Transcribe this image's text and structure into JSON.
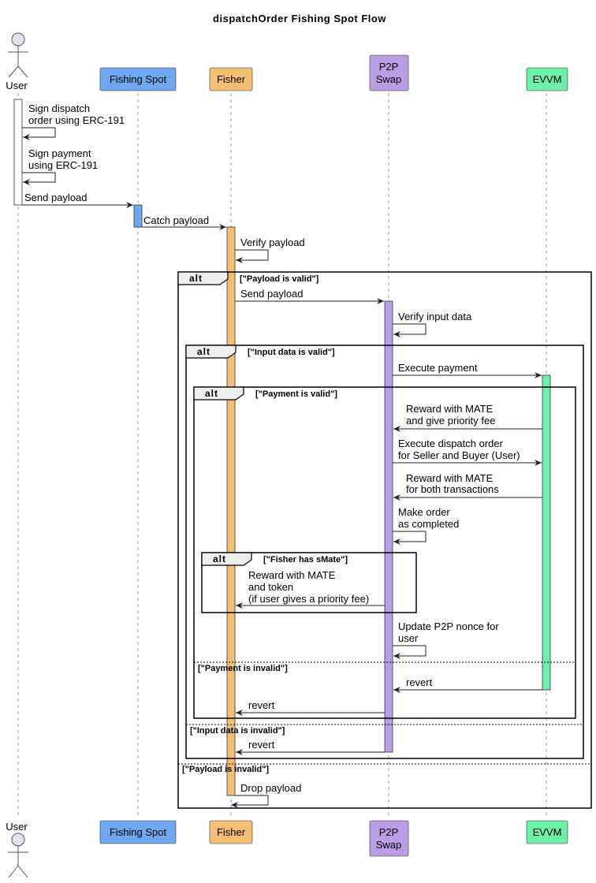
{
  "title": "dispatchOrder Fishing Spot Flow",
  "participants": {
    "user": {
      "label": "User"
    },
    "spot": {
      "label": "Fishing Spot",
      "color": "#6fa8f0"
    },
    "fisher": {
      "label": "Fisher",
      "color": "#f4bf75"
    },
    "p2p": {
      "label_line1": "P2P",
      "label_line2": "Swap",
      "color": "#b99ee6"
    },
    "evvm": {
      "label": "EVVM",
      "color": "#6df0a7"
    }
  },
  "messages": {
    "m1_line1": "Sign dispatch",
    "m1_line2": "order using ERC-191",
    "m2_line1": "Sign payment",
    "m2_line2": "using ERC-191",
    "m3": "Send payload",
    "m4": "Catch payload",
    "m5": "Verify payload",
    "m6": "Send payload",
    "m7": "Verify input data",
    "m8": "Execute payment",
    "m9_line1": "Reward with MATE",
    "m9_line2": "and give priority fee",
    "m10_line1": "Execute dispatch order",
    "m10_line2": "for Seller and Buyer (User)",
    "m11_line1": "Reward with MATE",
    "m11_line2": "for both transactions",
    "m12_line1": "Make order",
    "m12_line2": "as completed",
    "m13_line1": "Reward with MATE",
    "m13_line2": "and token",
    "m13_line3": "(if user gives a priority fee)",
    "m14_line1": "Update P2P nonce for",
    "m14_line2": "user",
    "m15": "revert",
    "m16": "revert",
    "m17": "revert",
    "m18": "Drop payload"
  },
  "fragments": {
    "keyword": "alt",
    "payload_valid": "[\"Payload is valid\"]",
    "input_valid": "[\"Input data is valid\"]",
    "payment_valid": "[\"Payment is valid\"]",
    "fisher_smate": "[\"Fisher has sMate\"]",
    "payment_invalid": "[\"Payment is invalid\"]",
    "input_invalid": "[\"Input data is invalid\"]",
    "payload_invalid": "[\"Payload is invalid\"]"
  }
}
